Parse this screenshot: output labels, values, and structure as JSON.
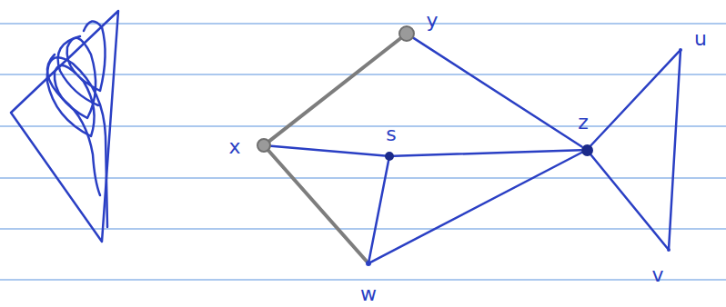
{
  "diagram": {
    "nodes": [
      {
        "text": [
          "x"
        ]
      },
      {
        "text": [
          "y"
        ]
      },
      {
        "text": [
          "s"
        ]
      },
      {
        "text": [
          "w"
        ]
      },
      {
        "text": [
          "z"
        ]
      },
      {
        "text": [
          "u"
        ]
      },
      {
        "text": [
          "v"
        ]
      }
    ],
    "edges": [
      {
        "from": 0,
        "to": 1,
        "arrow": "none"
      },
      {
        "from": 0,
        "to": 3,
        "arrow": "none"
      },
      {
        "from": 0,
        "to": 2,
        "arrow": "none"
      },
      {
        "from": 2,
        "to": 4,
        "arrow": "none"
      },
      {
        "from": 2,
        "to": 3,
        "arrow": "none"
      },
      {
        "from": 1,
        "to": 4,
        "arrow": "none"
      },
      {
        "from": 3,
        "to": 4,
        "arrow": "none"
      },
      {
        "from": 4,
        "to": 5,
        "arrow": "none"
      },
      {
        "from": 4,
        "to": 6,
        "arrow": "none"
      },
      {
        "from": 5,
        "to": 6,
        "arrow": "none"
      }
    ]
  }
}
